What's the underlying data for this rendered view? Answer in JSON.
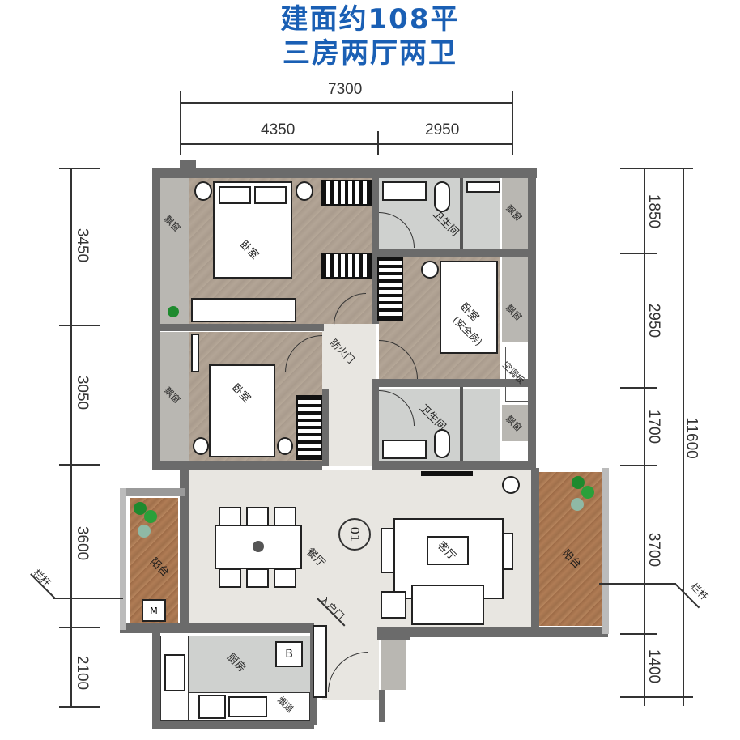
{
  "title": {
    "line1": "建面约108平",
    "line2": "三房两厅两卫",
    "color": "#1a5fb4"
  },
  "dimensions": {
    "top_total": "7300",
    "top_left": "4350",
    "top_right": "2950",
    "left": [
      "3450",
      "3050",
      "3600",
      "2100"
    ],
    "right": [
      "1850",
      "2950",
      "1700",
      "3700",
      "1400"
    ],
    "right_total": "11600"
  },
  "rooms": {
    "master_bedroom": "卧室",
    "bedroom_2": "卧室",
    "bedroom_3": "卧室",
    "bedroom_3_note": "(安全房)",
    "bathroom_1": "卫生间",
    "bathroom_2": "卫生间",
    "bay_window": "飘窗",
    "ac_platform": "空调板",
    "fire_door": "防火门",
    "living_room": "客厅",
    "dining_room": "餐厅",
    "balcony": "阳台",
    "railing": "栏杆",
    "kitchen": "厨房",
    "entry_door": "入户门",
    "flue": "烟道",
    "fridge": "B",
    "washer": "M",
    "unit_tag": "01"
  }
}
